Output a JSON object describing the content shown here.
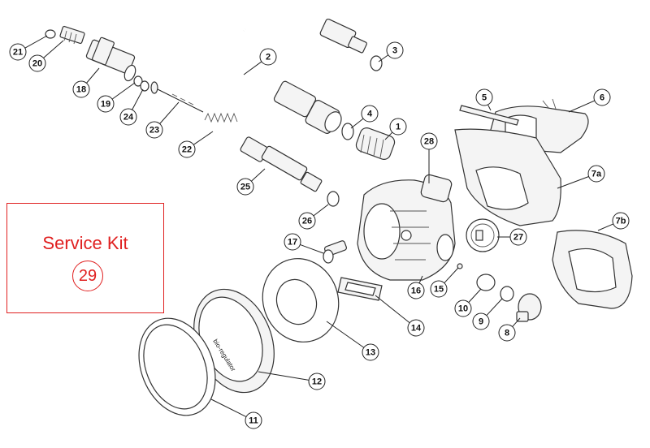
{
  "service_kit": {
    "title": "Service Kit",
    "number": "29"
  },
  "cover_text": "bio-regulator",
  "callouts": [
    {
      "id": "c1",
      "label": "1"
    },
    {
      "id": "c2",
      "label": "2"
    },
    {
      "id": "c3",
      "label": "3"
    },
    {
      "id": "c4",
      "label": "4"
    },
    {
      "id": "c5",
      "label": "5"
    },
    {
      "id": "c6",
      "label": "6"
    },
    {
      "id": "c7a",
      "label": "7a"
    },
    {
      "id": "c7b",
      "label": "7b"
    },
    {
      "id": "c8",
      "label": "8"
    },
    {
      "id": "c9",
      "label": "9"
    },
    {
      "id": "c10",
      "label": "10"
    },
    {
      "id": "c11",
      "label": "11"
    },
    {
      "id": "c12",
      "label": "12"
    },
    {
      "id": "c13",
      "label": "13"
    },
    {
      "id": "c14",
      "label": "14"
    },
    {
      "id": "c15",
      "label": "15"
    },
    {
      "id": "c16",
      "label": "16"
    },
    {
      "id": "c17",
      "label": "17"
    },
    {
      "id": "c18",
      "label": "18"
    },
    {
      "id": "c19",
      "label": "19"
    },
    {
      "id": "c20",
      "label": "20"
    },
    {
      "id": "c21",
      "label": "21"
    },
    {
      "id": "c22",
      "label": "22"
    },
    {
      "id": "c23",
      "label": "23"
    },
    {
      "id": "c24",
      "label": "24"
    },
    {
      "id": "c25",
      "label": "25"
    },
    {
      "id": "c26",
      "label": "26"
    },
    {
      "id": "c27",
      "label": "27"
    },
    {
      "id": "c28",
      "label": "28"
    }
  ]
}
